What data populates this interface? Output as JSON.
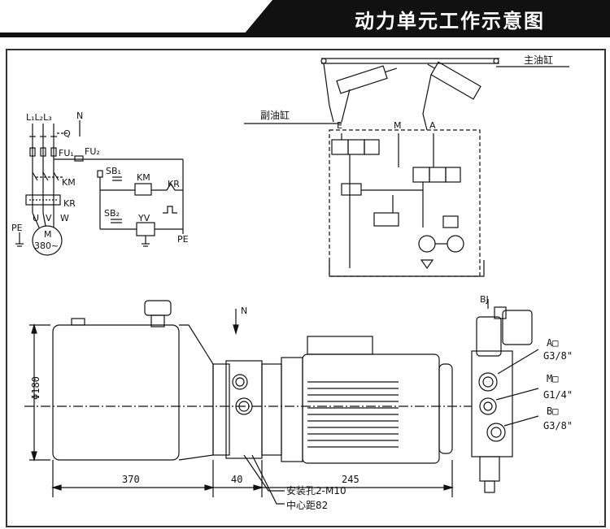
{
  "header": {
    "title": "动力单元工作示意图"
  },
  "electrical": {
    "phases": "L₁L₂L₃",
    "neutral": "N",
    "q": "Q",
    "fu1": "FU₁",
    "fu2": "FU₂",
    "km_contact": "KM",
    "kr_contact": "KR",
    "sb1": "SB₁",
    "km_coil": "KM",
    "kr_coil": "KR",
    "sb2": "SB₂",
    "yv": "YV",
    "u": "U",
    "v": "V",
    "w": "W",
    "pe_left": "PE",
    "pe_right": "PE",
    "motor_m": "M",
    "motor_380": "380~"
  },
  "hydraulic": {
    "main_cylinder": "主油缸",
    "aux_cylinder": "副油缸",
    "port_e": "E",
    "port_m": "M",
    "port_a": "A"
  },
  "mechanical": {
    "n_label": "N",
    "diameter": "Φ180",
    "dim_370": "370",
    "dim_40": "40",
    "dim_245": "245",
    "mount_holes": "安装孔2-M10",
    "center_distance": "中心距82",
    "side_top": "BJ",
    "port_a": "A□",
    "port_a_thread": "G3/8\"",
    "port_m": "M□",
    "port_m_thread": "G1/4\"",
    "port_b": "B□",
    "port_b_thread": "G3/8\""
  }
}
